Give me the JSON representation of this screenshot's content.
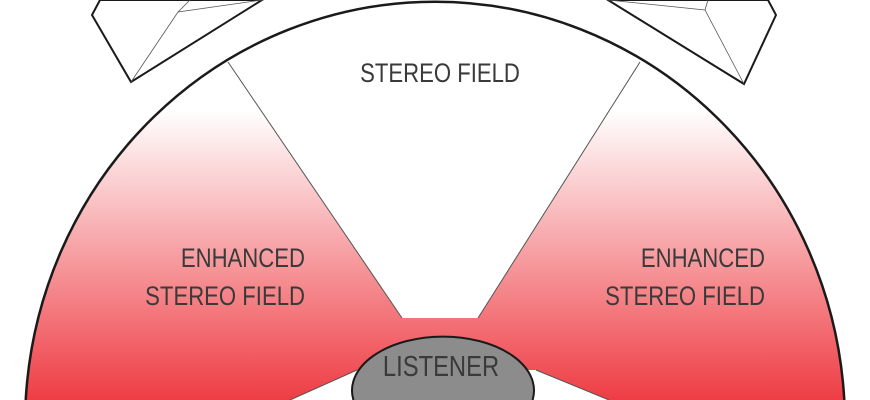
{
  "labels": {
    "stereo_field": "STEREO FIELD",
    "enhanced_left": [
      "ENHANCED",
      "STEREO FIELD"
    ],
    "enhanced_right": [
      "ENHANCED",
      "STEREO FIELD"
    ],
    "listener": "LISTENER"
  },
  "colors": {
    "enhanced_fill": "#ee3d44",
    "listener_fill": "#8c8c8c",
    "stroke": "#1a1a1a",
    "text": "#3a3a3a"
  }
}
